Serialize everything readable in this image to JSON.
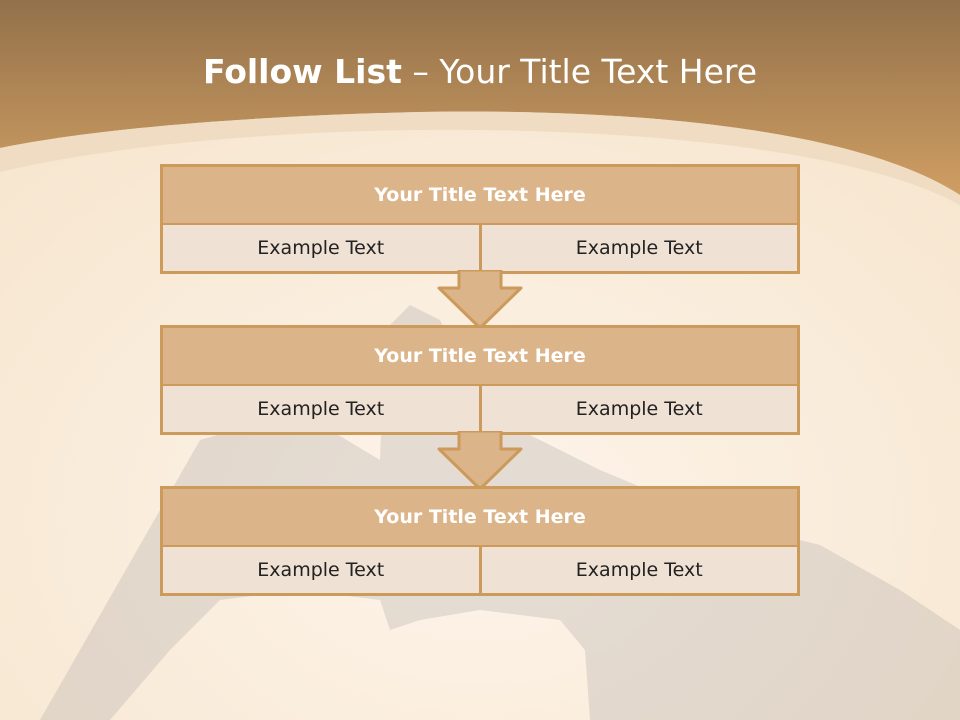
{
  "title": {
    "bold": "Follow List",
    "rest": " – Your Title Text Here"
  },
  "blocks": [
    {
      "heading": "Your Title Text Here",
      "left": "Example Text",
      "right": "Example Text"
    },
    {
      "heading": "Your Title Text Here",
      "left": "Example Text",
      "right": "Example Text"
    },
    {
      "heading": "Your Title Text Here",
      "left": "Example Text",
      "right": "Example Text"
    }
  ],
  "colors": {
    "header_band": "#c08a4f",
    "block_border": "#cc9a5b",
    "block_heading": "#dcb489",
    "cell": "#efe1d4",
    "arrow": "#dcb489"
  }
}
